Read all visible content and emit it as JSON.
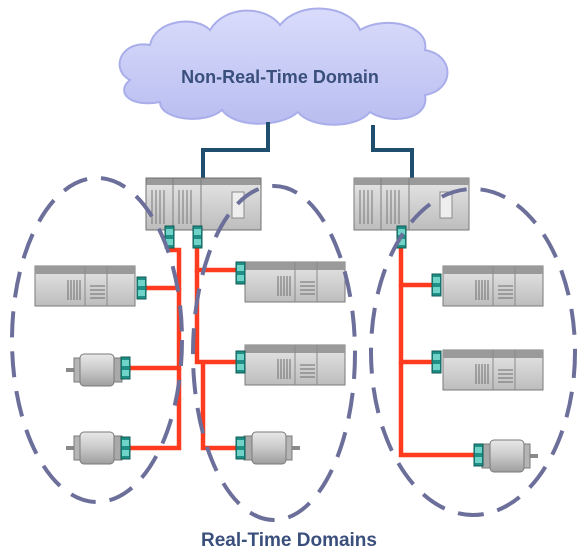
{
  "cloud": {
    "label": "Non-Real-Time Domain",
    "fill_color": "#c9cdf5",
    "outline_color": "#a9aeea",
    "text_color": "#3a4f7c"
  },
  "realtime_label": "Real-Time Domains",
  "colors": {
    "ethernet_link": "#ff3b1f",
    "backbone_link": "#1f4e6e",
    "domain_ellipse": "#6b6f9a",
    "device_body": "#d7d7d7",
    "connector": "#1f8f86",
    "label_text": "#3a4f7c"
  },
  "domains": [
    {
      "name": "realtime-domain-left"
    },
    {
      "name": "realtime-domain-middle"
    },
    {
      "name": "realtime-domain-right"
    }
  ],
  "devices": {
    "controllers": [
      "plc-controller-left",
      "plc-controller-right"
    ],
    "drives": [
      "drive-unit-1",
      "drive-unit-2",
      "drive-unit-3",
      "drive-unit-4",
      "drive-unit-5"
    ],
    "motors": [
      "servo-motor-1",
      "servo-motor-2",
      "servo-motor-3",
      "servo-motor-4"
    ]
  }
}
